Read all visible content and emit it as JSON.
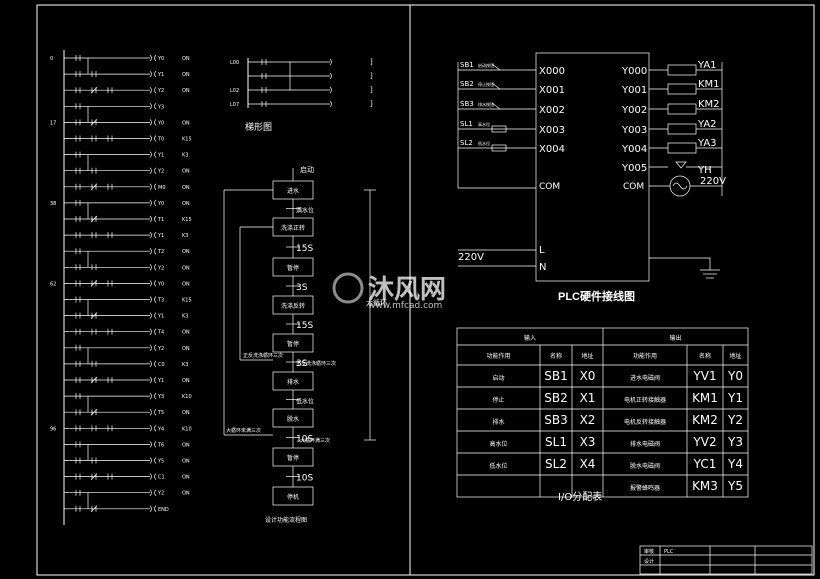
{
  "ladder": {
    "rows": [
      {
        "left": "0",
        "coil": "Y0",
        "end": "ON"
      },
      {
        "left": "",
        "coil": "Y1",
        "end": "ON"
      },
      {
        "left": "",
        "coil": "Y2",
        "end": "ON"
      },
      {
        "left": "",
        "coil": "Y3",
        "end": ""
      },
      {
        "left": "17",
        "coil": "Y0",
        "end": "ON"
      },
      {
        "left": "",
        "coil": "T0",
        "end": "K15"
      },
      {
        "left": "",
        "coil": "Y1",
        "end": "K3"
      },
      {
        "left": "",
        "coil": "Y2",
        "end": "ON"
      },
      {
        "left": "",
        "coil": "M0",
        "end": "ON"
      },
      {
        "left": "38",
        "coil": "Y0",
        "end": "ON"
      },
      {
        "left": "",
        "coil": "T1",
        "end": "K15"
      },
      {
        "left": "",
        "coil": "Y1",
        "end": "K3"
      },
      {
        "left": "",
        "coil": "T2",
        "end": "ON"
      },
      {
        "left": "",
        "coil": "Y2",
        "end": "ON"
      },
      {
        "left": "62",
        "coil": "Y0",
        "end": "ON"
      },
      {
        "left": "",
        "coil": "T3",
        "end": "K15"
      },
      {
        "left": "",
        "coil": "Y1",
        "end": "K3"
      },
      {
        "left": "",
        "coil": "T4",
        "end": "ON"
      },
      {
        "left": "",
        "coil": "Y2",
        "end": "ON"
      },
      {
        "left": "",
        "coil": "C0",
        "end": "K3"
      },
      {
        "left": "",
        "coil": "Y1",
        "end": "ON"
      },
      {
        "left": "",
        "coil": "Y3",
        "end": "K10"
      },
      {
        "left": "",
        "coil": "T5",
        "end": "ON"
      },
      {
        "left": "96",
        "coil": "Y4",
        "end": "K10"
      },
      {
        "left": "",
        "coil": "T6",
        "end": "ON"
      },
      {
        "left": "",
        "coil": "Y5",
        "end": "ON"
      },
      {
        "left": "",
        "coil": "C1",
        "end": "ON"
      },
      {
        "left": "",
        "coil": "Y2",
        "end": "ON"
      },
      {
        "left": "",
        "coil": "END",
        "end": ""
      }
    ]
  },
  "step_small": {
    "title": "梯形图",
    "rows": [
      {
        "left": "L00",
        "end": "]"
      },
      {
        "left": "",
        "end": "]"
      },
      {
        "left": "L02",
        "end": "]"
      },
      {
        "left": "L07",
        "end": "]"
      }
    ]
  },
  "flow": {
    "start": "启动",
    "title": "设计功能流程图",
    "steps": [
      "进水",
      "洗涤正转",
      "暂停",
      "洗涤反转",
      "暂停",
      "排水",
      "脱水",
      "暂停",
      "停机"
    ],
    "transitions": [
      "满水位",
      "15S",
      "3S",
      "15S",
      "3S",
      "低水位",
      "10S",
      "10S"
    ],
    "loop_a": "正反洗涤循环三次",
    "loop_b": "大循环未满三次",
    "loop_c": "大循环满三次",
    "side": "大循环"
  },
  "plc": {
    "inputs": [
      {
        "name": "SB1",
        "desc": "启动按钮",
        "port": "X000"
      },
      {
        "name": "SB2",
        "desc": "停止按钮",
        "port": "X001"
      },
      {
        "name": "SB3",
        "desc": "排水按钮",
        "port": "X002"
      },
      {
        "name": "SL1",
        "desc": "高水位",
        "port": "X003"
      },
      {
        "name": "SL2",
        "desc": "低水位",
        "port": "X004"
      }
    ],
    "outputs": [
      {
        "port": "Y000",
        "load": "YA1"
      },
      {
        "port": "Y001",
        "load": "KM1"
      },
      {
        "port": "Y002",
        "load": "KM2"
      },
      {
        "port": "Y003",
        "load": "YA2"
      },
      {
        "port": "Y004",
        "load": "YA3"
      },
      {
        "port": "Y005",
        "load": "YH"
      }
    ],
    "com_in": "COM",
    "com_out": "COM",
    "ac_out": "220V",
    "ac_in": "220V",
    "L": "L",
    "N": "N",
    "caption": "PLC硬件接线图"
  },
  "io_table": {
    "head_in": "输入",
    "head_out": "输出",
    "cols": [
      "功能作用",
      "名称",
      "地址",
      "功能作用",
      "名称",
      "地址"
    ],
    "rows": [
      [
        "启动",
        "SB1",
        "X0",
        "进水电磁阀",
        "YV1",
        "Y0"
      ],
      [
        "停止",
        "SB2",
        "X1",
        "电机正转接触器",
        "KM1",
        "Y1"
      ],
      [
        "排水",
        "SB3",
        "X2",
        "电机反转接触器",
        "KM2",
        "Y2"
      ],
      [
        "高水位",
        "SL1",
        "X3",
        "排水电磁阀",
        "YV2",
        "Y3"
      ],
      [
        "低水位",
        "SL2",
        "X4",
        "脱水电磁阀",
        "YC1",
        "Y4"
      ],
      [
        "",
        "",
        "",
        "报警蜂鸣器",
        "KM3",
        "Y5"
      ]
    ],
    "caption": "I/O分配表"
  },
  "watermark": {
    "cn": "沐风网",
    "url": "www.mfcad.com"
  },
  "titleblock": {
    "a": "审核",
    "b": "设计",
    "c": "PLC"
  }
}
